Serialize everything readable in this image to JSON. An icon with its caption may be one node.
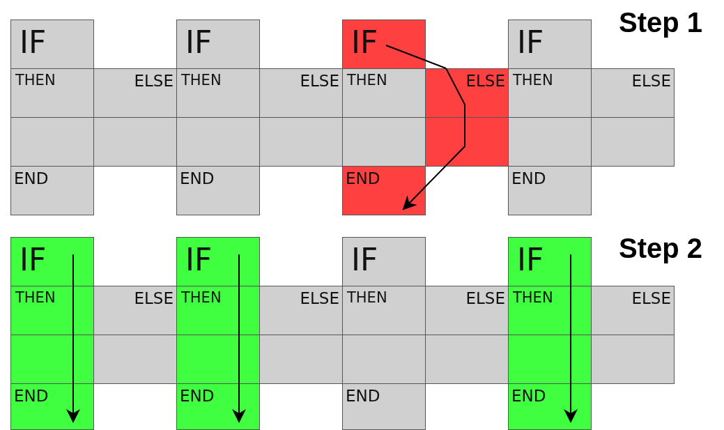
{
  "diagram": {
    "nodes": [
      {
        "text": [
          "IF"
        ]
      },
      {
        "text": [
          "THEN"
        ]
      },
      {
        "text": [
          "ELSE"
        ]
      },
      {
        "text": [],
        "shape": "box"
      },
      {
        "text": [],
        "shape": "box"
      },
      {
        "text": [
          "END"
        ]
      },
      {
        "text": [
          "IF"
        ]
      },
      {
        "text": [
          "THEN"
        ]
      },
      {
        "text": [
          "ELSE"
        ]
      },
      {
        "text": [],
        "shape": "box"
      },
      {
        "text": [],
        "shape": "box"
      },
      {
        "text": [
          "END"
        ]
      },
      {
        "text": [
          "IF"
        ]
      },
      {
        "text": [
          "THEN"
        ]
      },
      {
        "text": [
          "ELSE"
        ]
      },
      {
        "text": [],
        "shape": "box"
      },
      {
        "text": [],
        "shape": "box"
      },
      {
        "text": [
          "END"
        ]
      },
      {
        "text": [
          "IF"
        ]
      },
      {
        "text": [
          "THEN"
        ]
      },
      {
        "text": [
          "ELSE"
        ]
      },
      {
        "text": [],
        "shape": "box"
      },
      {
        "text": [],
        "shape": "box"
      },
      {
        "text": [
          "END"
        ]
      },
      {
        "text": [
          "IF"
        ]
      },
      {
        "text": [
          "THEN"
        ]
      },
      {
        "text": [
          "ELSE"
        ]
      },
      {
        "text": [],
        "shape": "box"
      },
      {
        "text": [],
        "shape": "box"
      },
      {
        "text": [
          "END"
        ]
      },
      {
        "text": [
          "IF"
        ]
      },
      {
        "text": [
          "THEN"
        ]
      },
      {
        "text": [
          "ELSE"
        ]
      },
      {
        "text": [],
        "shape": "box"
      },
      {
        "text": [],
        "shape": "box"
      },
      {
        "text": [
          "END"
        ]
      },
      {
        "text": [
          "IF"
        ]
      },
      {
        "text": [
          "THEN"
        ]
      },
      {
        "text": [
          "ELSE"
        ]
      },
      {
        "text": [],
        "shape": "box"
      },
      {
        "text": [],
        "shape": "box"
      },
      {
        "text": [
          "END"
        ]
      },
      {
        "text": [
          "IF"
        ]
      },
      {
        "text": [
          "THEN"
        ]
      },
      {
        "text": [
          "ELSE"
        ]
      },
      {
        "text": [],
        "shape": "box"
      },
      {
        "text": [],
        "shape": "box"
      },
      {
        "text": [
          "END"
        ]
      }
    ],
    "edges": [
      {
        "from": 12,
        "to": 14,
        "arrow": "none"
      },
      {
        "from": 14,
        "to": 16,
        "arrow": "none"
      },
      {
        "from": 16,
        "to": 17,
        "arrow": "to"
      },
      {
        "from": 24,
        "to": 25,
        "arrow": "none"
      },
      {
        "from": 25,
        "to": 27,
        "arrow": "none"
      },
      {
        "from": 27,
        "to": 29,
        "arrow": "to"
      },
      {
        "from": 30,
        "to": 31,
        "arrow": "none"
      },
      {
        "from": 31,
        "to": 33,
        "arrow": "none"
      },
      {
        "from": 33,
        "to": 35,
        "arrow": "to"
      },
      {
        "from": 42,
        "to": 43,
        "arrow": "none"
      },
      {
        "from": 43,
        "to": 45,
        "arrow": "none"
      },
      {
        "from": 45,
        "to": 47,
        "arrow": "to"
      }
    ],
    "labels": [
      "Step 1",
      "Step 2"
    ]
  }
}
